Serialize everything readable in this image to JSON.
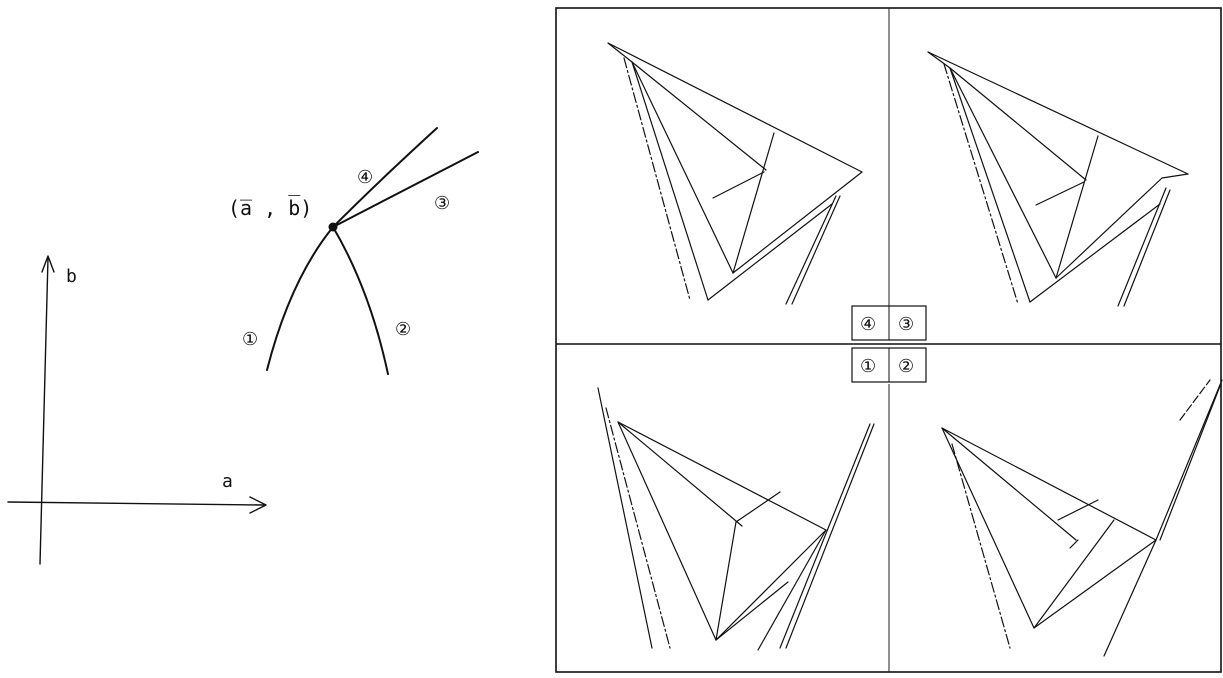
{
  "axes": {
    "a_label": "a",
    "b_label": "b"
  },
  "point": {
    "label": "(a̅ , b̅)"
  },
  "branches": [
    "①",
    "②",
    "③",
    "④"
  ],
  "legend": {
    "top": [
      "④",
      "③"
    ],
    "bottom": [
      "①",
      "②"
    ]
  }
}
